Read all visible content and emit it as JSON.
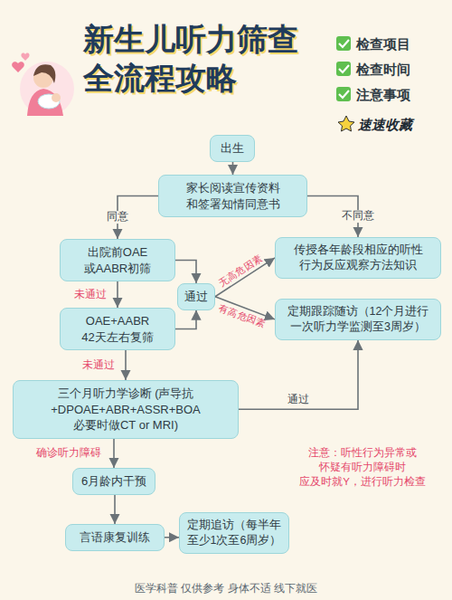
{
  "diagram": {
    "title": "新生儿听力筛查全流程攻略",
    "nodes": [
      {
        "text": [
          "出生"
        ]
      },
      {
        "text": [
          "家长阅读宣传资料 和签署知情同意书"
        ]
      },
      {
        "text": [
          "出院前OAE 或AABR初筛"
        ]
      },
      {
        "text": [
          "传授各年龄段相应的听性 行为反应观察方法知识"
        ]
      },
      {
        "text": [
          "通过"
        ]
      },
      {
        "text": [
          "定期跟踪随访（12个月进行 一次听力学监测至3周岁）"
        ]
      },
      {
        "text": [
          "OAE+AABR 42天左右复筛"
        ]
      },
      {
        "text": [
          "三个月听力学诊断 (声导抗+DPOAE+ABR+ASSR+BOA 必要时做CT or MRI)"
        ]
      },
      {
        "text": [
          "6月龄内干预"
        ]
      },
      {
        "text": [
          "言语康复训练"
        ]
      },
      {
        "text": [
          "定期追访（每半年 至少1次至6周岁）"
        ]
      }
    ],
    "edges": [
      {
        "from": 0,
        "to": 1,
        "arrow": "to"
      },
      {
        "from": 1,
        "to": 2,
        "label": "同意",
        "arrow": "to"
      },
      {
        "from": 1,
        "to": 3,
        "label": "不同意",
        "arrow": "to"
      },
      {
        "from": 2,
        "to": 4,
        "arrow": "to"
      },
      {
        "from": 2,
        "to": 6,
        "label": "未通过",
        "arrow": "to"
      },
      {
        "from": 6,
        "to": 4,
        "arrow": "to"
      },
      {
        "from": 4,
        "to": 3,
        "label": "无高危因素",
        "arrow": "to"
      },
      {
        "from": 4,
        "to": 5,
        "label": "有高危因素",
        "arrow": "to"
      },
      {
        "from": 6,
        "to": 7,
        "label": "未通过",
        "arrow": "to"
      },
      {
        "from": 7,
        "to": 5,
        "label": "通过",
        "arrow": "to"
      },
      {
        "from": 7,
        "to": 8,
        "label": "确诊听力障碍",
        "arrow": "to"
      },
      {
        "from": 8,
        "to": 9,
        "arrow": "to"
      },
      {
        "from": 9,
        "to": 10,
        "arrow": "to"
      }
    ],
    "labels": [
      "检查项目",
      "检查时间",
      "注意事项",
      "速速收藏",
      "注意：听性行为异常或 怀疑有听力障碍时 应及时就Y，进行听力检查",
      "医学科普 仅供参考 身体不适 线下就医"
    ]
  }
}
